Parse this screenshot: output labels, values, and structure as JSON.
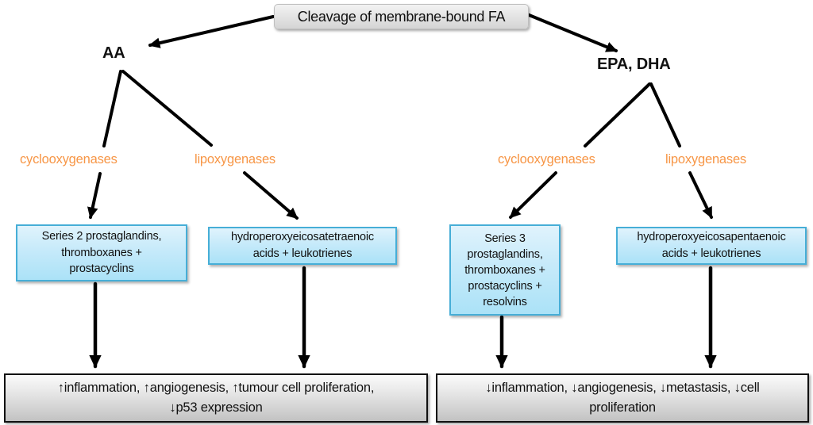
{
  "diagram": {
    "root_label": "Cleavage of membrane-bound FA",
    "left": {
      "substrate": "AA",
      "cox_enzyme": "cyclooxygenases",
      "lox_enzyme": "lipoxygenases",
      "cox_product_lines": [
        "Series 2 prostaglandins,",
        "thromboxanes +",
        "prostacyclins"
      ],
      "lox_product_lines": [
        "hydroperoxyeicosatetraenoic",
        "acids + leukotrienes"
      ],
      "outcome_lines": [
        "↑inflammation, ↑angiogenesis, ↑tumour cell proliferation,",
        "↓p53 expression"
      ]
    },
    "right": {
      "substrate": "EPA, DHA",
      "cox_enzyme": "cyclooxygenases",
      "lox_enzyme": "lipoxygenases",
      "cox_product_lines": [
        "Series 3",
        "prostaglandins,",
        "thromboxanes +",
        "prostacyclins +",
        "resolvins"
      ],
      "lox_product_lines": [
        "hydroperoxyeicosapentaenoic",
        "acids + leukotrienes"
      ],
      "outcome_lines": [
        "↓inflammation, ↓angiogenesis, ↓metastasis, ↓cell",
        "proliferation"
      ]
    },
    "colors": {
      "enzyme_text": "#F79646",
      "product_box_border": "#46AED7",
      "product_box_fill": "#BCE6F8",
      "outcome_box_border": "#111111",
      "arrow": "#000000"
    }
  }
}
